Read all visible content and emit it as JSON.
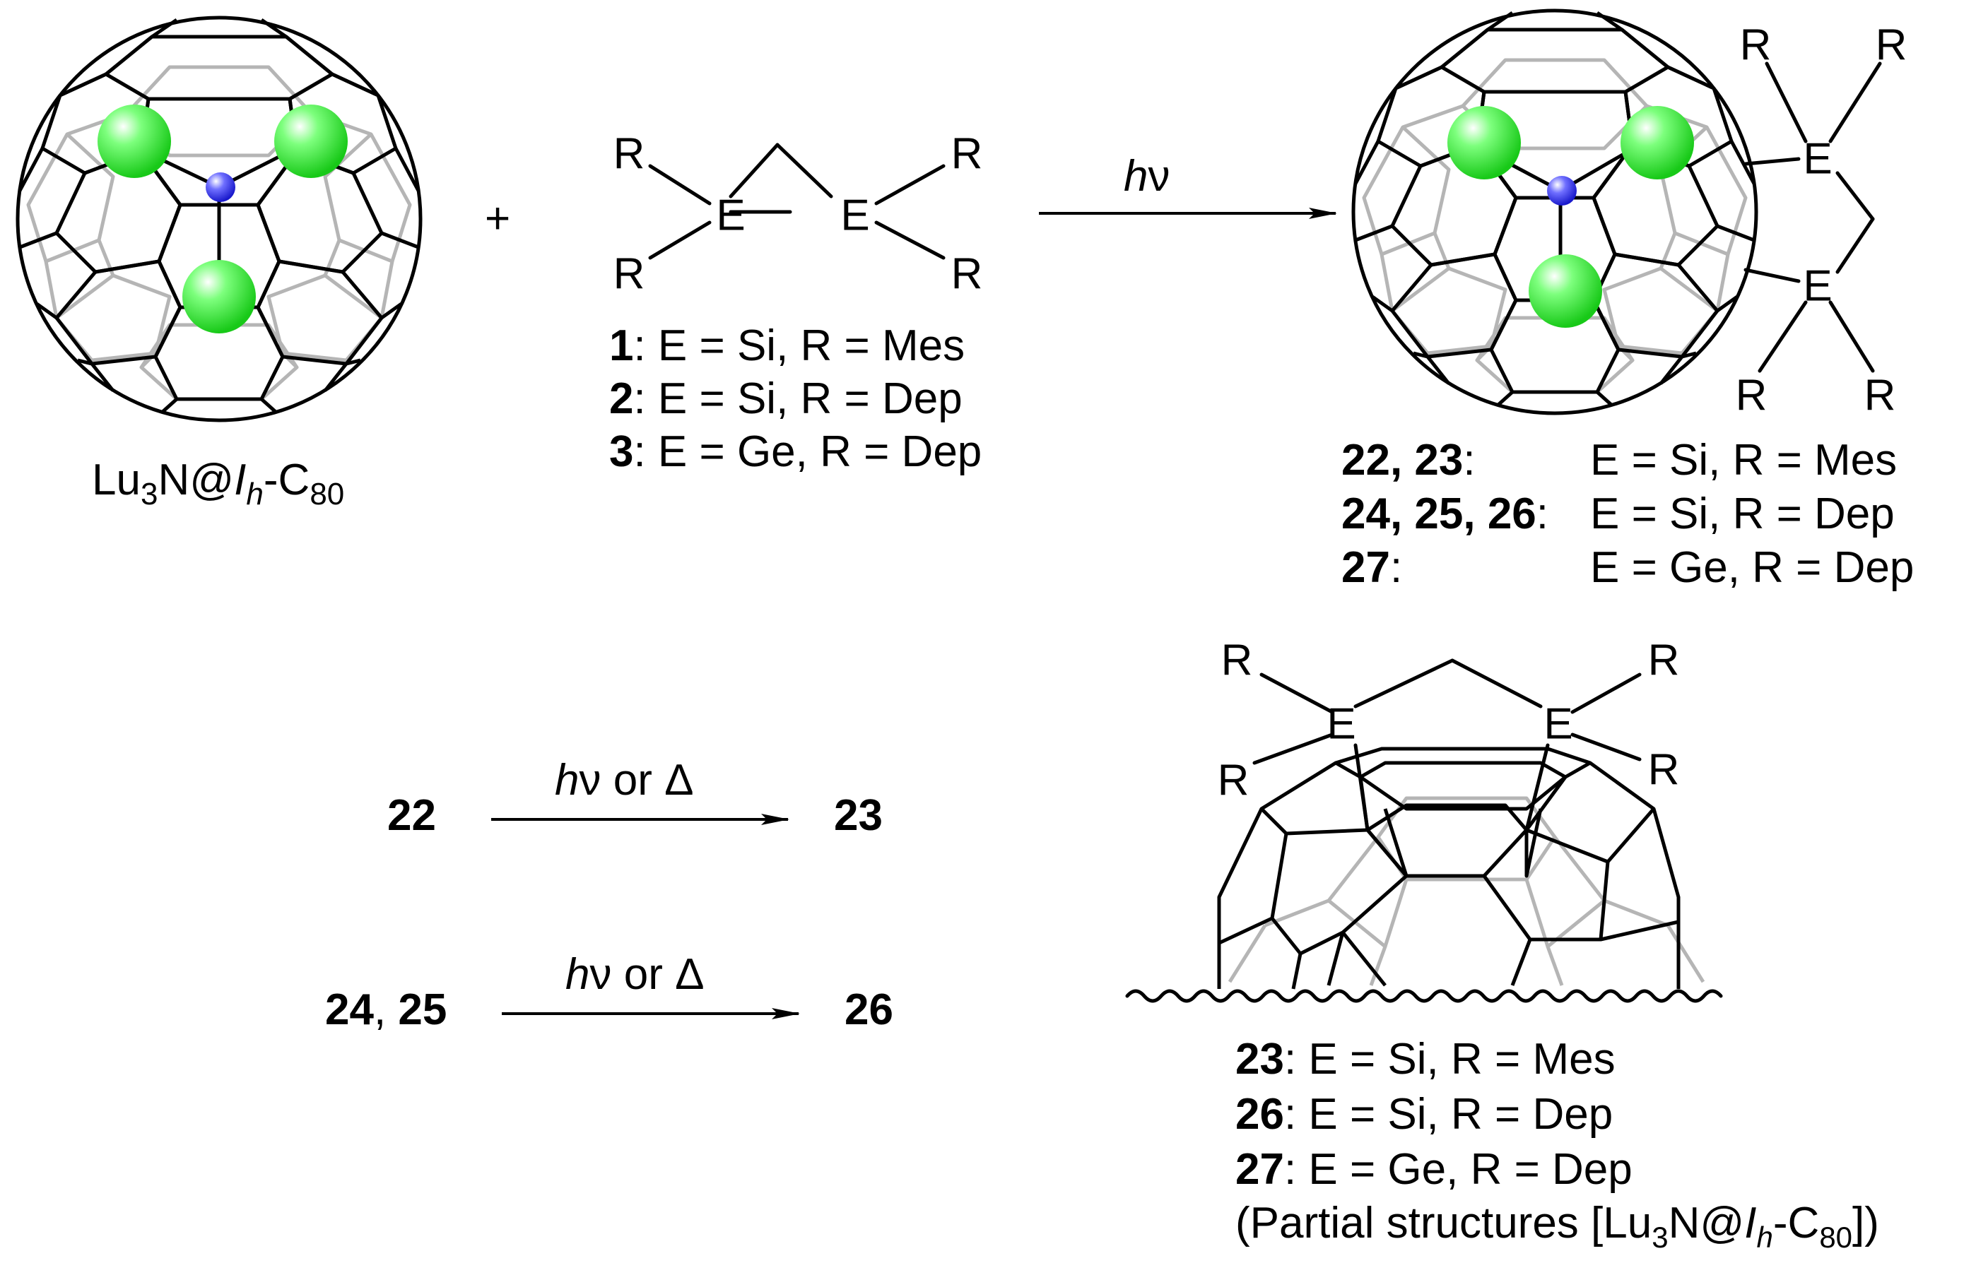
{
  "colors": {
    "lutetium": "#22dd22",
    "nitrogen": "#2222dd",
    "cage_front": "#000000",
    "cage_back": "#b5b5b5"
  },
  "reactant": {
    "name_parts": [
      "Lu",
      "3",
      "N@",
      "I",
      "h",
      "-C",
      "80"
    ]
  },
  "plus": "+",
  "disilirane": {
    "atom_E": "E",
    "atom_R": "R",
    "legend": [
      {
        "num": "1",
        "text": ": E = Si, R = Mes"
      },
      {
        "num": "2",
        "text": ": E = Si, R = Dep"
      },
      {
        "num": "3",
        "text": ": E = Ge, R = Dep"
      }
    ]
  },
  "arrow_main": {
    "label_h": "h",
    "label_v": "ν"
  },
  "product": {
    "legend": [
      {
        "num": "22, 23",
        "sep": ":",
        "text": "E = Si, R = Mes"
      },
      {
        "num": "24, 25, 26",
        "sep": ":",
        "text": "E = Si, R = Dep"
      },
      {
        "num": "27",
        "sep": ":",
        "text": "E = Ge, R = Dep"
      }
    ]
  },
  "conversion1": {
    "from": "22",
    "label_h": "h",
    "label_rest": "ν or Δ",
    "to": "23"
  },
  "conversion2": {
    "from_a": "24",
    "from_sep": ", ",
    "from_b": "25",
    "label_h": "h",
    "label_rest": "ν or Δ",
    "to": "26"
  },
  "partial": {
    "legend": [
      {
        "num": "23",
        "text": ": E = Si, R = Mes"
      },
      {
        "num": "26",
        "text": ": E = Si, R = Dep"
      },
      {
        "num": "27",
        "text": ": E = Ge, R = Dep"
      }
    ],
    "note_parts": [
      "(Partial structures [Lu",
      "3",
      "N@",
      "I",
      "h",
      "-C",
      "80",
      "])"
    ]
  }
}
